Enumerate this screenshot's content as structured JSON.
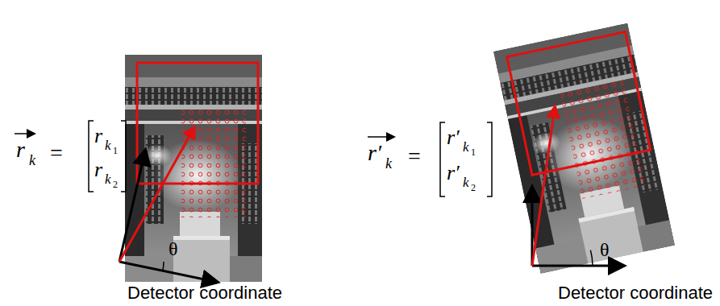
{
  "diagram": {
    "labels": [
      "r",
      "k",
      "=",
      "r",
      "k",
      "1",
      "r",
      "k",
      "2",
      "r′",
      "k",
      "=",
      "r′",
      "k",
      "1",
      "r′",
      "k",
      "2",
      "θ",
      "θ",
      "Detector coordinate",
      "Detector coordinate"
    ]
  }
}
